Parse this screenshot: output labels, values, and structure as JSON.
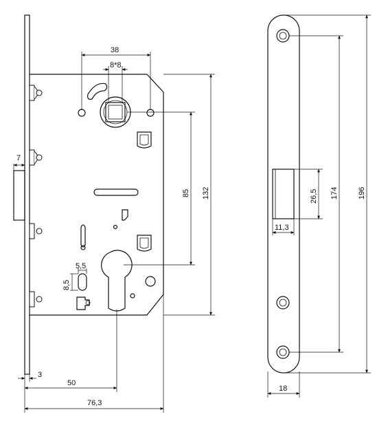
{
  "lock_body": {
    "dims": {
      "backset_spacing": "38",
      "spindle_square": "8*8",
      "centers_distance": "85",
      "body_height": "132",
      "faceplate_offset": "7",
      "cylinder_slot_width": "5,5",
      "cylinder_slot_height": "8,5",
      "faceplate_thickness": "3",
      "backset": "50",
      "body_depth": "76,3"
    }
  },
  "strike_plate": {
    "dims": {
      "opening_height": "26,5",
      "opening_width": "11,3",
      "screw_spacing": "174",
      "plate_height": "196",
      "plate_width": "18"
    }
  }
}
